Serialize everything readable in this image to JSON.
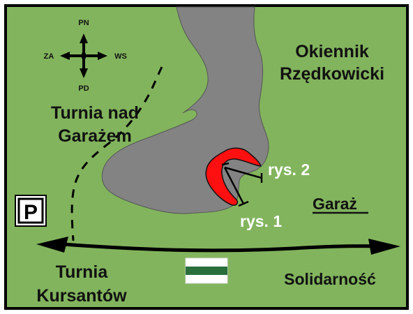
{
  "compass": {
    "north": "PN",
    "south": "PD",
    "west": "ZA",
    "east": "WS"
  },
  "labels": {
    "okiennik_line1": "Okiennik",
    "okiennik_line2": "Rzędkowicki",
    "turnia_nad_line1": "Turnia nad",
    "turnia_nad_line2": "Garażem",
    "rys2": "rys. 2",
    "rys1": "rys. 1",
    "garaz": "Garaż",
    "turnia_kurs_line1": "Turnia",
    "turnia_kurs_line2": "Kursantów",
    "solidarnosc": "Solidarność",
    "parking": "P"
  },
  "icons": [
    "compass-rose-icon",
    "parking-sign-icon",
    "green-trail-marker-icon"
  ],
  "colors": {
    "background": "#82b45d",
    "rock": "#838383",
    "cave": "#ff0000",
    "text_dark": "#111111",
    "text_light": "#ffffff",
    "trail_green": "#2a6e3c"
  }
}
